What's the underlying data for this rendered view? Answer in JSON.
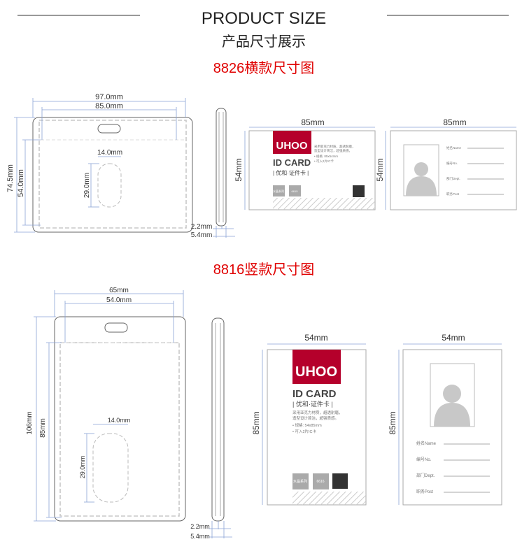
{
  "header": {
    "title": "PRODUCT SIZE",
    "subtitle": "产品尺寸展示"
  },
  "horizontal": {
    "title": "8826横款尺寸图",
    "holder": {
      "outer_width": "97.0mm",
      "inner_width": "85.0mm",
      "outer_height": "74.5mm",
      "inner_height": "54.0mm",
      "window_width": "14.0mm",
      "window_height": "29.0mm"
    },
    "side": {
      "inner": "2.2mm",
      "outer": "5.4mm"
    },
    "card_width": "85mm",
    "card_height": "54mm",
    "front": {
      "brand": "UHOO",
      "product": "ID CARD",
      "product_cn": "| 优和·证件卡 |",
      "desc1": "采用亚克力材质，超透耐磨，",
      "desc2": "造型设计简洁，超强质感。",
      "spec": "• 规格: 85x54mm",
      "ic": "• 可入2片IC卡",
      "series": "水晶系列",
      "model": "6615"
    },
    "back": {
      "fields": [
        "姓名Name",
        "编号No.",
        "部门Dept.",
        "职务Post"
      ]
    }
  },
  "vertical": {
    "title": "8816竖款尺寸图",
    "holder": {
      "outer_width": "65mm",
      "inner_width": "54.0mm",
      "outer_height": "106mm",
      "inner_height": "85mm",
      "window_width": "14.0mm",
      "window_height": "29.0mm"
    },
    "side": {
      "inner": "2.2mm",
      "outer": "5.4mm"
    },
    "card_width": "54mm",
    "card_height": "85mm",
    "front": {
      "brand": "UHOO",
      "product": "ID CARD",
      "product_cn": "| 优和·证件卡 |",
      "desc1": "采用亚克力材质，超透耐磨，",
      "desc2": "造型设计简洁，超强质感。",
      "spec": "• 规格: 54x85mm",
      "ic": "• 可入2片IC卡",
      "series": "水晶系列",
      "model": "6616"
    },
    "back": {
      "fields": [
        "姓名Name",
        "编号No.",
        "部门Dept.",
        "职务Post"
      ]
    }
  },
  "colors": {
    "brand_red": "#b5002b",
    "title_red": "#e00000",
    "dim_line": "#8aa3d6"
  }
}
